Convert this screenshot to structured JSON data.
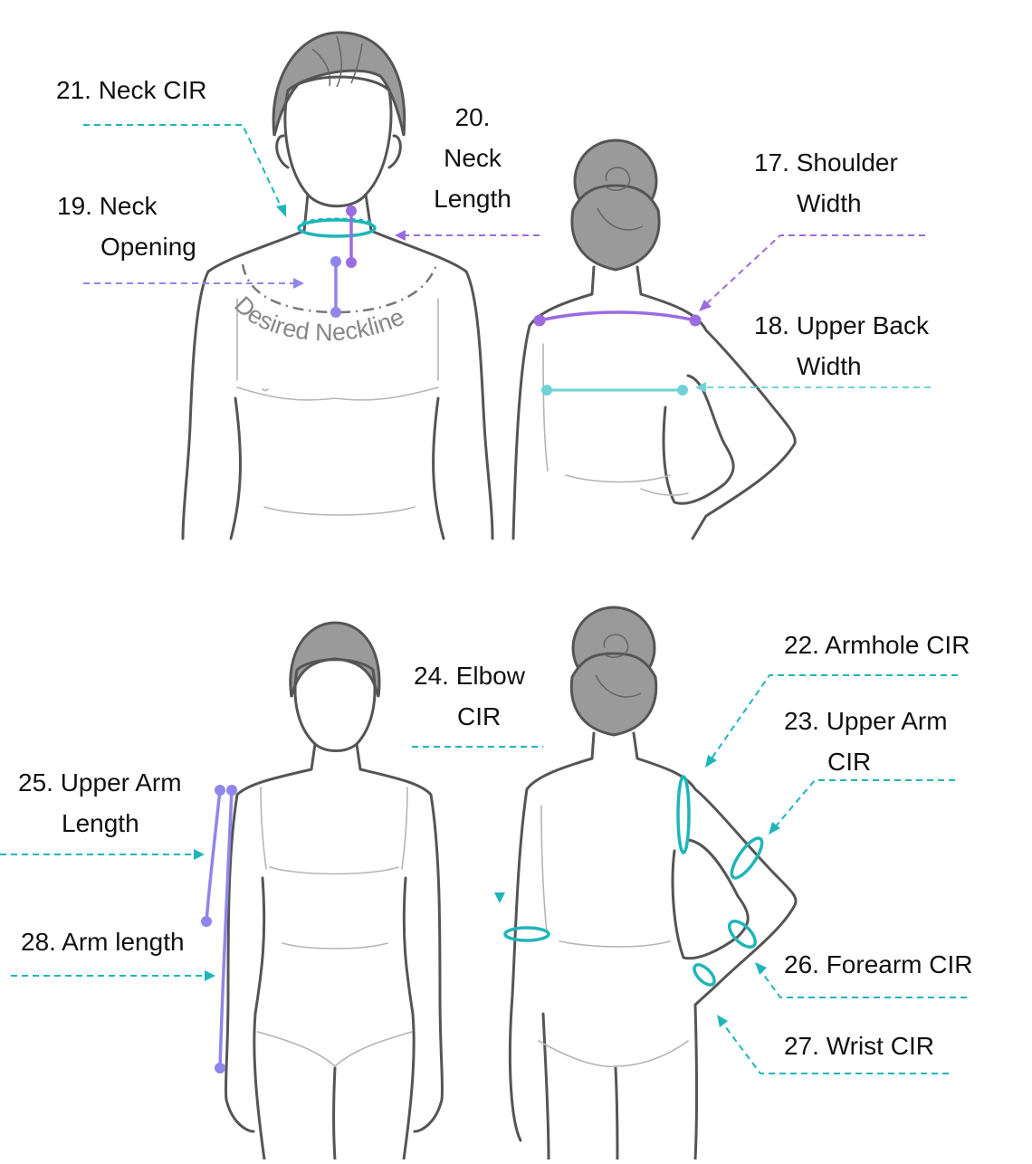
{
  "labels": {
    "neck_cir": [
      "21. Neck CIR"
    ],
    "neck_length": [
      "20.",
      "Neck",
      "Length"
    ],
    "neck_opening": [
      "19. Neck",
      "Opening"
    ],
    "shoulder_width": [
      "17. Shoulder",
      "Width"
    ],
    "upper_back_width": [
      "18. Upper Back",
      "Width"
    ],
    "desired_neckline": "Desired Neckline",
    "upper_arm_length": [
      "25. Upper Arm",
      "Length"
    ],
    "arm_length": [
      "28. Arm length"
    ],
    "elbow_cir": [
      "24. Elbow",
      "CIR"
    ],
    "armhole_cir": [
      "22. Armhole CIR"
    ],
    "upper_arm_cir": [
      "23. Upper Arm",
      "CIR"
    ],
    "forearm_cir": [
      "26. Forearm CIR"
    ],
    "wrist_cir": [
      "27. Wrist CIR"
    ]
  },
  "colors": {
    "teal": "#1fb5b9",
    "purple": "#9b6be0",
    "lavender": "#8f86ea",
    "outline": "#555555",
    "hair": "#9a9a9a"
  }
}
